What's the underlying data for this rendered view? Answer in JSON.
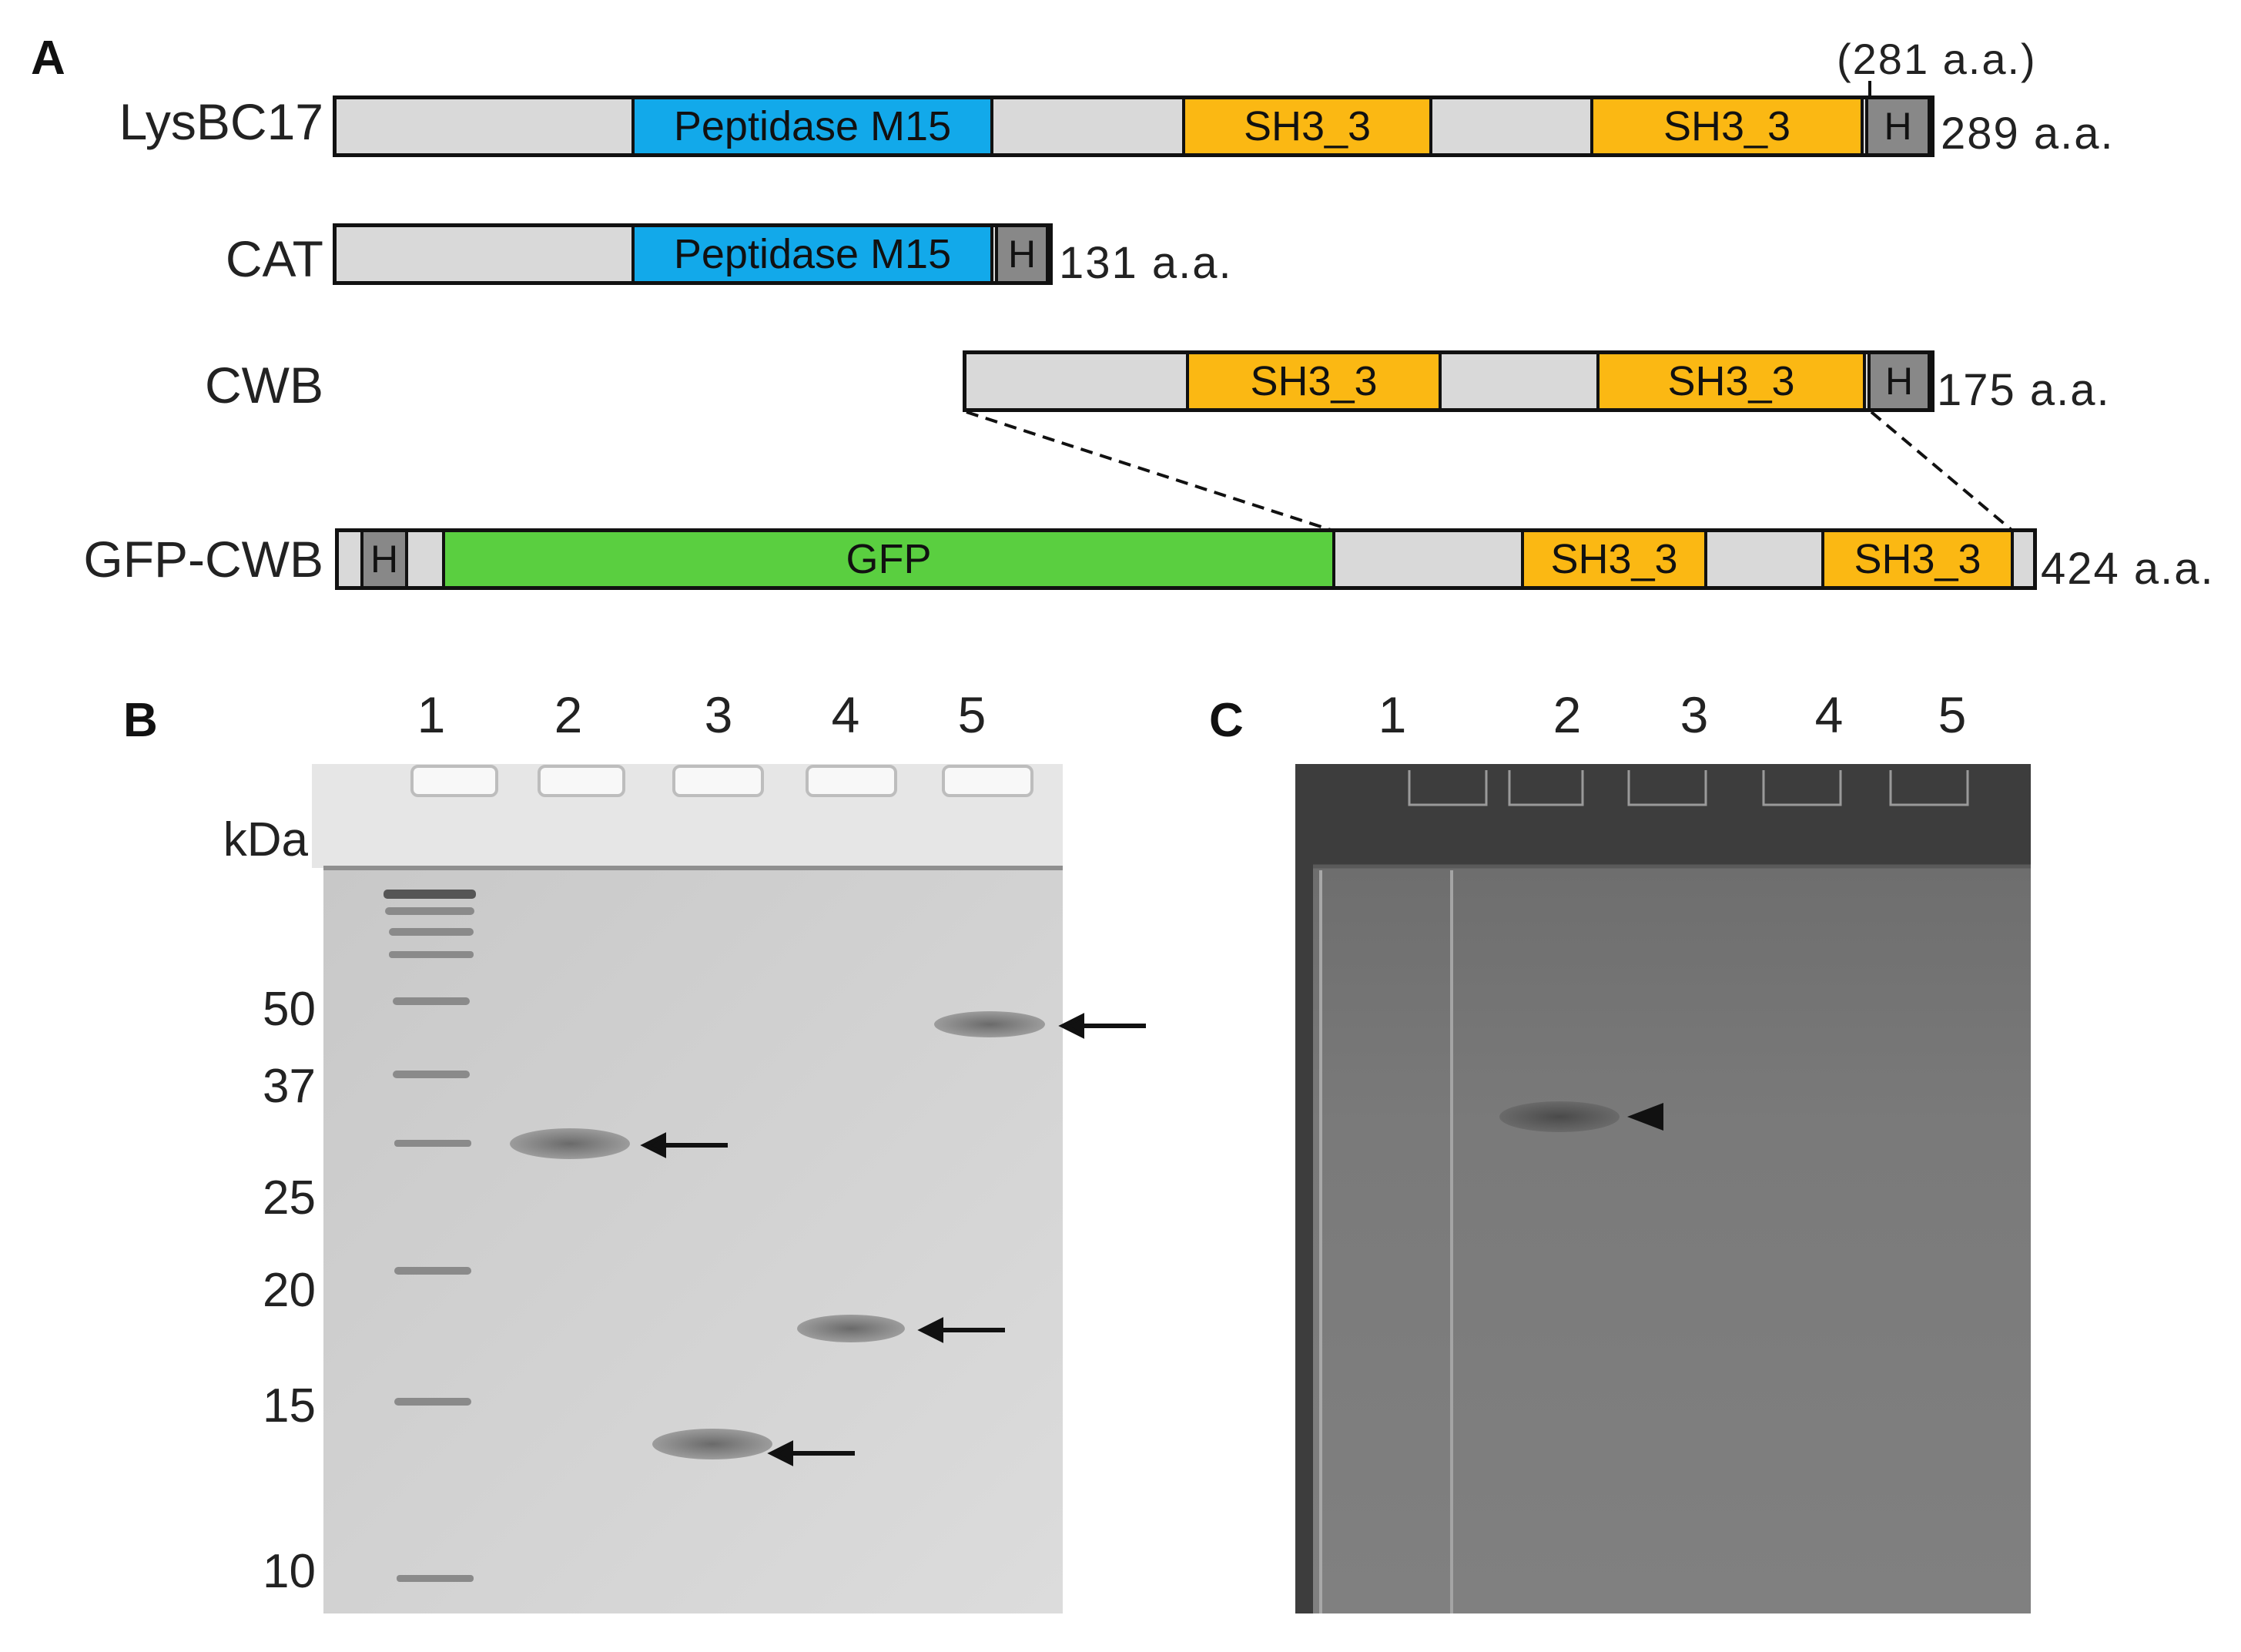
{
  "panels": {
    "a": "A",
    "b": "B",
    "c": "C"
  },
  "constructs": [
    {
      "name": "LysBC17",
      "size": "289 a.a.",
      "note": "(281 a.a.)"
    },
    {
      "name": "CAT",
      "size": "131 a.a."
    },
    {
      "name": "CWB",
      "size": "175 a.a."
    },
    {
      "name": "GFP-CWB",
      "size": "424 a.a."
    }
  ],
  "domains": {
    "peptidase": "Peptidase M15",
    "sh3": "SH3_3",
    "gfp": "GFP",
    "his": "H"
  },
  "colors": {
    "peptidase": "#12a9ea",
    "sh3": "#fbb813",
    "gfp": "#5acf40",
    "his": "#888888",
    "linker": "#d9d9d9"
  },
  "gel_b": {
    "lanes": [
      "1",
      "2",
      "3",
      "4",
      "5"
    ],
    "unit": "kDa",
    "markers": [
      "50",
      "37",
      "25",
      "20",
      "15",
      "10"
    ]
  },
  "gel_c": {
    "lanes": [
      "1",
      "2",
      "3",
      "4",
      "5"
    ]
  }
}
